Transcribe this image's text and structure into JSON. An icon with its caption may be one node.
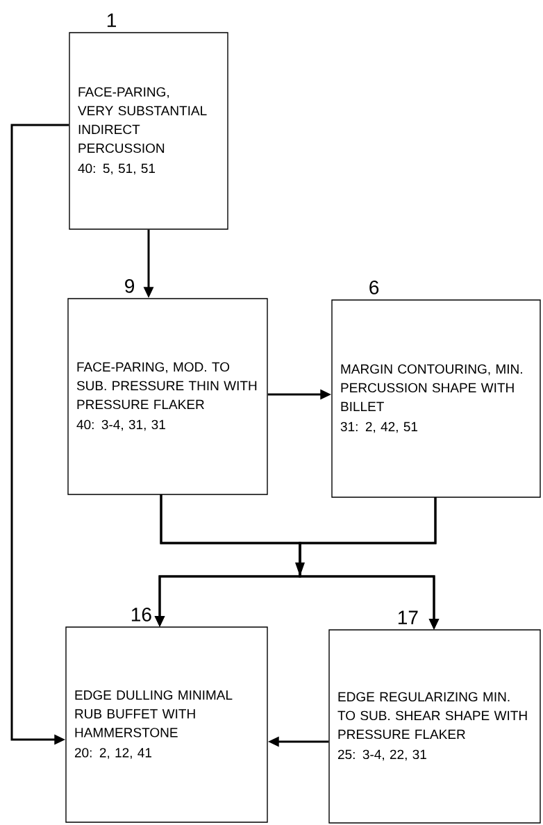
{
  "diagram": {
    "nodes": [
      {
        "text": [
          "1",
          "FACE-PARING, VERY SUBSTANTIAL INDIRECT PERCUSSION",
          "40: 5, 51, 51"
        ]
      },
      {
        "text": [
          "9",
          "FACE-PARING, MOD. TO SUB. PRESSURE THIN WITH PRESSURE FLAKER",
          "40: 3-4, 31, 31"
        ]
      },
      {
        "text": [
          "6",
          "MARGIN CONTOURING, MIN. PERCUSSION SHAPE WITH BILLET",
          "31: 2, 42, 51"
        ]
      },
      {
        "text": [
          "16",
          "EDGE DULLING MINIMAL RUB BUFFET WITH HAMMERSTONE",
          "20: 2, 12, 41"
        ]
      },
      {
        "text": [
          "17",
          "EDGE REGULARIZING MIN. TO SUB. SHEAR SHAPE WITH PRESSURE FLAKER",
          "25: 3-4, 22, 31"
        ]
      }
    ],
    "edges": [
      {
        "from": 0,
        "to": 1,
        "arrow": "to"
      },
      {
        "from": 0,
        "to": 3,
        "arrow": "to"
      },
      {
        "from": 1,
        "to": 2,
        "arrow": "to"
      },
      {
        "from": 1,
        "to": 3,
        "arrow": "to"
      },
      {
        "from": 1,
        "to": 4,
        "arrow": "to"
      },
      {
        "from": 2,
        "to": 3,
        "arrow": "to"
      },
      {
        "from": 2,
        "to": 4,
        "arrow": "to"
      },
      {
        "from": 4,
        "to": 3,
        "arrow": "to"
      }
    ]
  }
}
